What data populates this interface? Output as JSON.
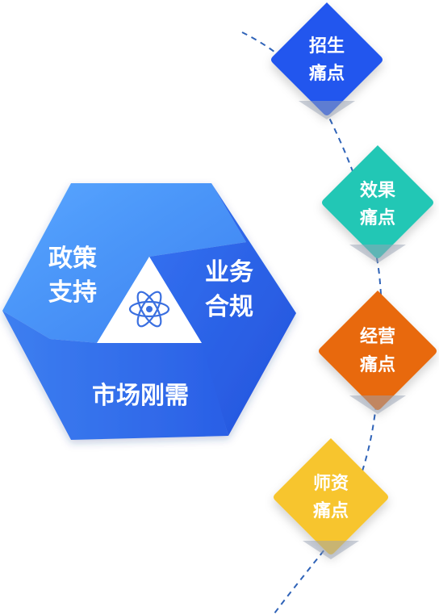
{
  "hexagon": {
    "segments": [
      {
        "label_line1": "政策",
        "label_line2": "支持"
      },
      {
        "label_line1": "业务",
        "label_line2": "合规"
      },
      {
        "label_line1": "市场刚需",
        "label_line2": ""
      }
    ],
    "center_icon": "atom-icon",
    "colors": {
      "light": "#3f8ef3",
      "dark": "#2b62e8",
      "icon": "#3a6fe0"
    }
  },
  "pain_points": [
    {
      "line1": "招生",
      "line2": "痛点",
      "color": "#2157ee"
    },
    {
      "line1": "效果",
      "line2": "痛点",
      "color": "#22c7b5"
    },
    {
      "line1": "经营",
      "line2": "痛点",
      "color": "#e8690d"
    },
    {
      "line1": "师资",
      "line2": "痛点",
      "color": "#f7c52f"
    }
  ],
  "connector": {
    "style": "dashed",
    "color": "#2f63b8"
  }
}
